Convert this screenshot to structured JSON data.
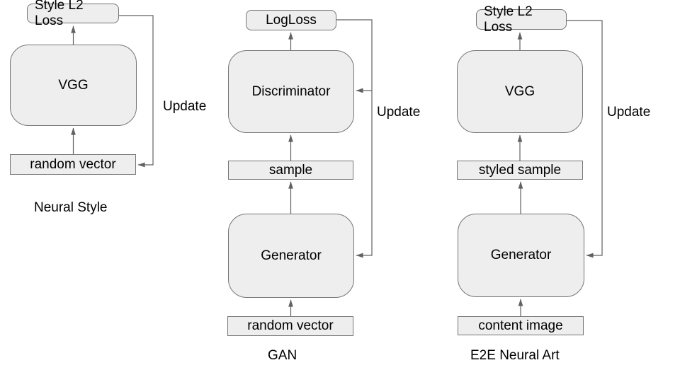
{
  "colors": {
    "box_fill": "#eeeeee",
    "box_border": "#757575",
    "connector": "#616161",
    "text": "#000000",
    "background": "#ffffff"
  },
  "neural_style": {
    "caption": "Neural Style",
    "loss_label": "Style L2\nLoss",
    "model_label": "VGG",
    "input_label": "random vector",
    "update_label": "Update"
  },
  "gan": {
    "caption": "GAN",
    "loss_label": "LogLoss",
    "discriminator_label": "Discriminator",
    "sample_label": "sample",
    "generator_label": "Generator",
    "input_label": "random vector",
    "update_label": "Update"
  },
  "e2e": {
    "caption": "E2E Neural Art",
    "loss_label": "Style L2\nLoss",
    "model_label": "VGG",
    "sample_label": "styled sample",
    "generator_label": "Generator",
    "input_label": "content image",
    "update_label": "Update"
  }
}
